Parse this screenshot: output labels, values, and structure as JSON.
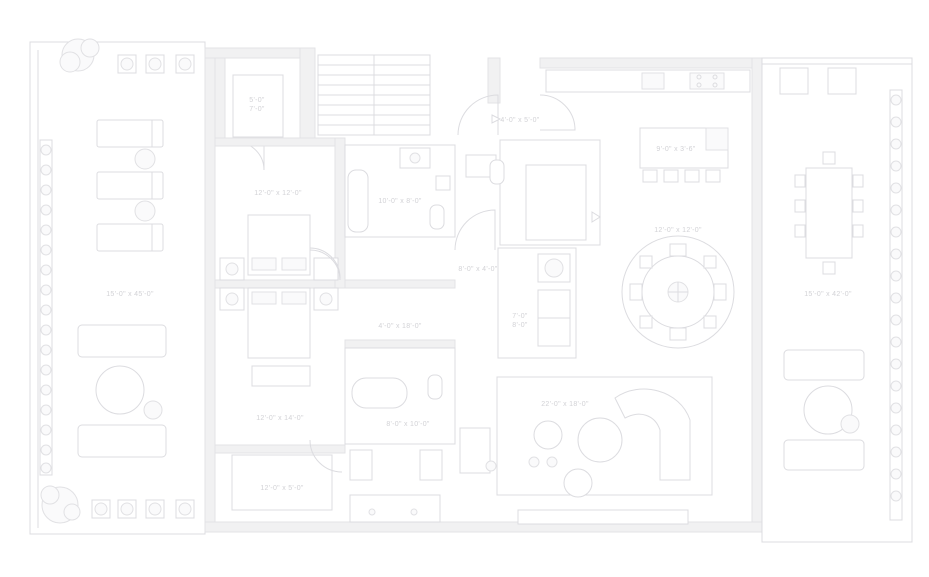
{
  "plan": {
    "title": "",
    "colors": {
      "wall": "#f1f1f2",
      "line": "#dcdce0",
      "label": "#d2d2d6",
      "background": "#ffffff"
    },
    "rooms": [
      {
        "id": "terrace-west",
        "dims": "15'-0\" x 45'-0\""
      },
      {
        "id": "closet",
        "dims": "5'-0\"\n7'-0\""
      },
      {
        "id": "bedroom-1",
        "dims": "12'-0\" x 12'-0\""
      },
      {
        "id": "bath-1",
        "dims": "10'-0\" x 8'-0\""
      },
      {
        "id": "entry",
        "dims": "4'-0\" x 5'-0\""
      },
      {
        "id": "kitchen-island",
        "dims": "9'-0\" x 3'-6\""
      },
      {
        "id": "dining",
        "dims": "12'-0\" x 12'-0\""
      },
      {
        "id": "hall",
        "dims": "8'-0\" x 4'-0\""
      },
      {
        "id": "laundry",
        "dims": "7'-0\"\n8'-0\""
      },
      {
        "id": "corridor",
        "dims": "4'-0\" x 18'-0\""
      },
      {
        "id": "bedroom-2",
        "dims": "12'-0\" x 14'-0\""
      },
      {
        "id": "bath-2",
        "dims": "8'-0\" x 10'-0\""
      },
      {
        "id": "living",
        "dims": "22'-0\" x 18'-0\""
      },
      {
        "id": "closet-2",
        "dims": "12'-0\" x 5'-0\""
      },
      {
        "id": "terrace-east",
        "dims": "15'-0\" x 42'-0\""
      }
    ]
  }
}
